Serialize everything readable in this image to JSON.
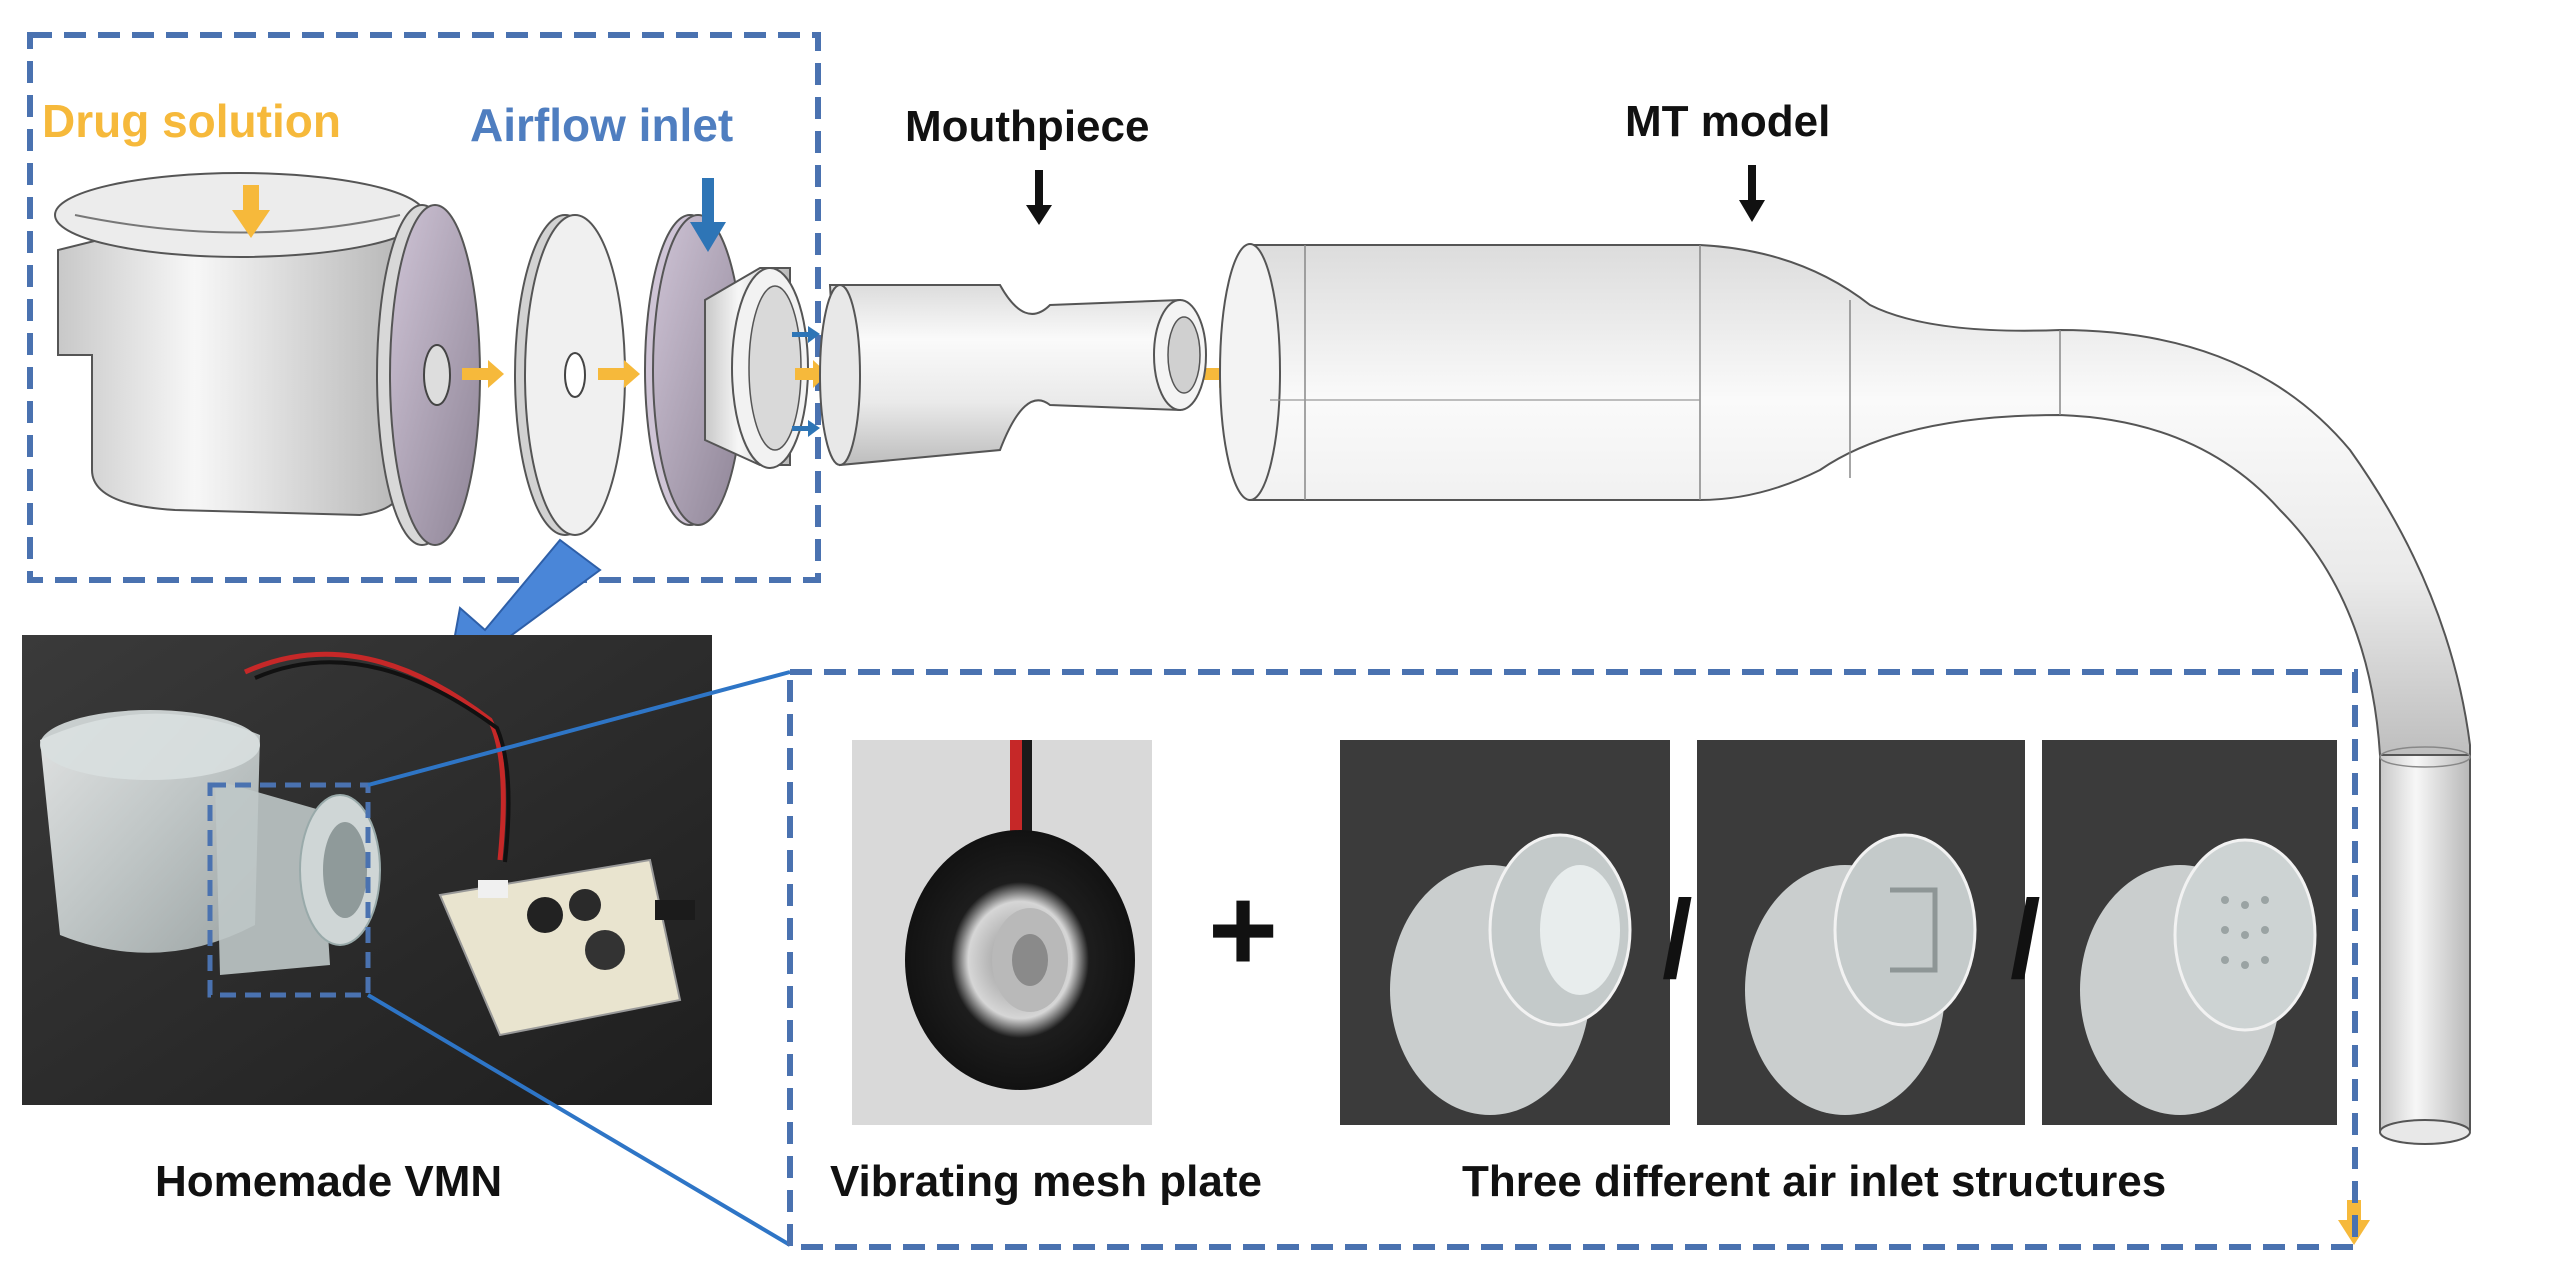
{
  "labels": {
    "drug_solution": "Drug solution",
    "airflow_inlet": "Airflow inlet",
    "mouthpiece": "Mouthpiece",
    "mt_model": "MT model",
    "homemade_vmn": "Homemade VMN",
    "vibrating_mesh_plate": "Vibrating mesh plate",
    "air_inlet_structures": "Three different air inlet structures"
  },
  "symbols": {
    "plus": "+",
    "separator": "/"
  },
  "colors": {
    "drug_arrow": "#f6b93b",
    "airflow": "#2e75b6",
    "dashed_box": "#4a72b0",
    "callout_line": "#2e75c6",
    "big_arrow": "#4a86d8",
    "text": "#111111"
  }
}
